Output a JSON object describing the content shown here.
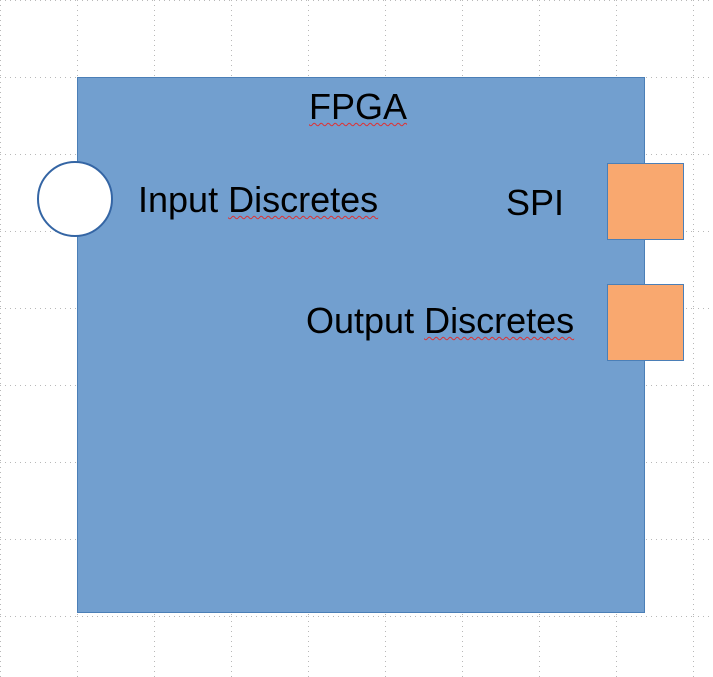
{
  "diagram": {
    "block": {
      "title": "FPGA"
    },
    "input_port": {
      "label_word1": "Input",
      "label_word2": "Discretes"
    },
    "spi_port": {
      "label": "SPI"
    },
    "output_port": {
      "label_word1": "Output",
      "label_word2": "Discretes"
    }
  },
  "colors": {
    "block_fill": "#729fcf",
    "port_fill": "#f9a86f",
    "circle_fill": "#ffffff",
    "circle_stroke": "#3465a4"
  }
}
